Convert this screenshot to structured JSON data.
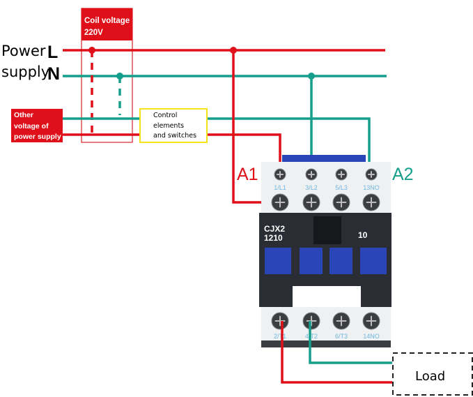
{
  "labels": {
    "power": "Power",
    "supply": "supply",
    "L": "L",
    "N": "N",
    "coil_voltage_line1": "Coil voltage",
    "coil_voltage_line2": "220V",
    "other_line1": "Other",
    "other_line2": "voltage of",
    "other_line3": "power supply",
    "control_line1": "Control",
    "control_line2": "elements",
    "control_line3": "and switches",
    "A1": "A1",
    "A2": "A2",
    "model_line1": "CJX2",
    "model_line2": "1210",
    "contact_code": "10",
    "load": "Load"
  },
  "top_terminals": [
    "1/L1",
    "3/L2",
    "5/L3",
    "13NO"
  ],
  "bottom_terminals": [
    "2/T1",
    "4/T2",
    "6/T3",
    "14NO"
  ],
  "colors": {
    "live": "#e0101a",
    "neutral": "#169e8c",
    "control_box": "#f2e21a",
    "contactor_body": "#2a2d33",
    "button": "#2a45b8",
    "terminal_label": "#6fb8e0"
  }
}
